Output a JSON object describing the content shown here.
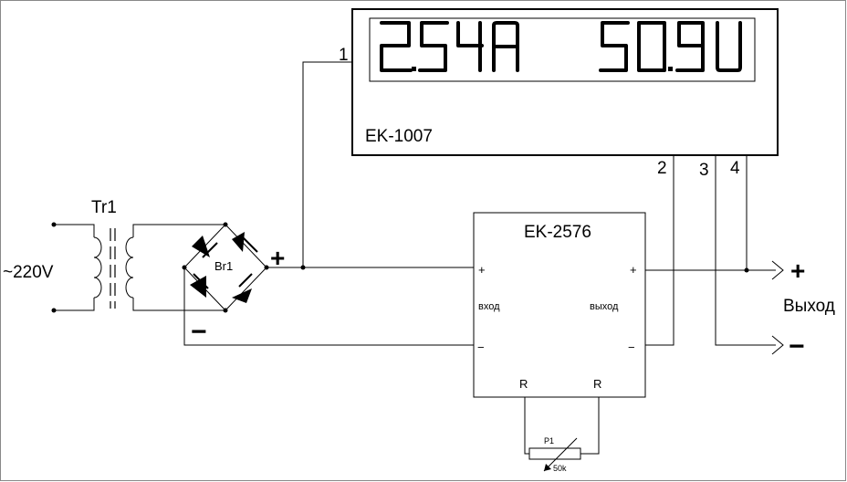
{
  "meter": {
    "name": "EK-1007",
    "display_current": "2.54A",
    "display_voltage": "50.9U",
    "pins": [
      "1",
      "2",
      "3",
      "4"
    ]
  },
  "regulator": {
    "name": "EK-2576",
    "input_label": "вход",
    "output_label": "выход",
    "plus": "+",
    "minus": "−",
    "r_label": "R"
  },
  "transformer": {
    "name": "Tr1",
    "input_voltage": "~220V"
  },
  "bridge": {
    "name": "Br1",
    "plus": "+",
    "minus": "−"
  },
  "pot": {
    "name": "P1",
    "value": "50k"
  },
  "output": {
    "label": "Выход",
    "plus": "+",
    "minus": "−"
  }
}
